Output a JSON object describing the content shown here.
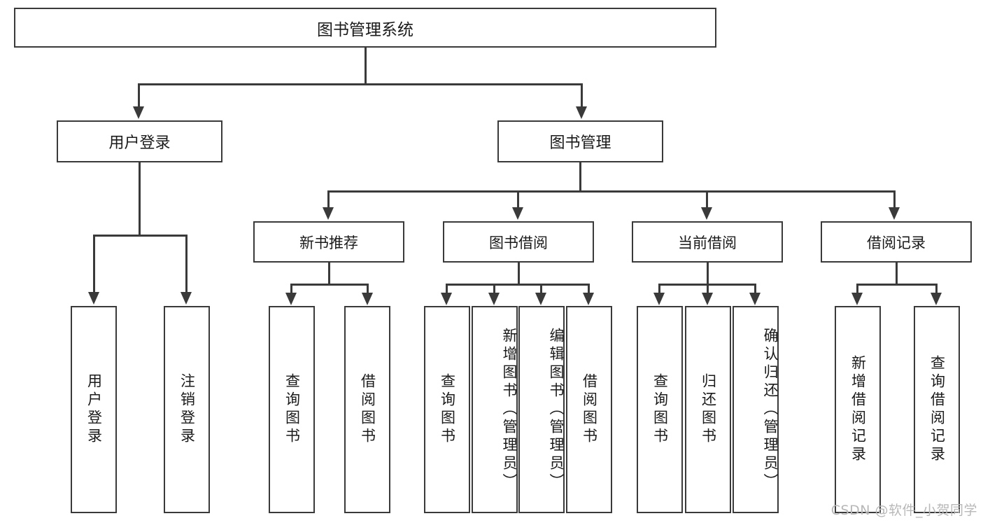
{
  "diagram": {
    "title": "图书管理系统",
    "root": {
      "label": "图书管理系统"
    },
    "level2": [
      {
        "label": "用户登录"
      },
      {
        "label": "图书管理"
      }
    ],
    "level3": [
      {
        "label": "新书推荐"
      },
      {
        "label": "图书借阅"
      },
      {
        "label": "当前借阅"
      },
      {
        "label": "借阅记录"
      }
    ],
    "leaves": {
      "user_login": [
        {
          "label": "用户登录"
        },
        {
          "label": "注销登录"
        }
      ],
      "new_book": [
        {
          "label": "查询图书"
        },
        {
          "label": "借阅图书"
        }
      ],
      "book_borrow": [
        {
          "label": "查询图书"
        },
        {
          "label": "新增图书（管理员）"
        },
        {
          "label": "编辑图书（管理员）"
        },
        {
          "label": "借阅图书"
        }
      ],
      "current_borrow": [
        {
          "label": "查询图书"
        },
        {
          "label": "归还图书"
        },
        {
          "label": "确认归还（管理员）"
        }
      ],
      "borrow_record": [
        {
          "label": "新增借阅记录"
        },
        {
          "label": "查询借阅记录"
        }
      ]
    }
  },
  "watermark": {
    "text": "CSDN @软件_小贺同学"
  },
  "colors": {
    "stroke": "#3a3a3a",
    "text": "#1a1a1a",
    "background": "#ffffff",
    "watermark": "#b8b8b8"
  }
}
